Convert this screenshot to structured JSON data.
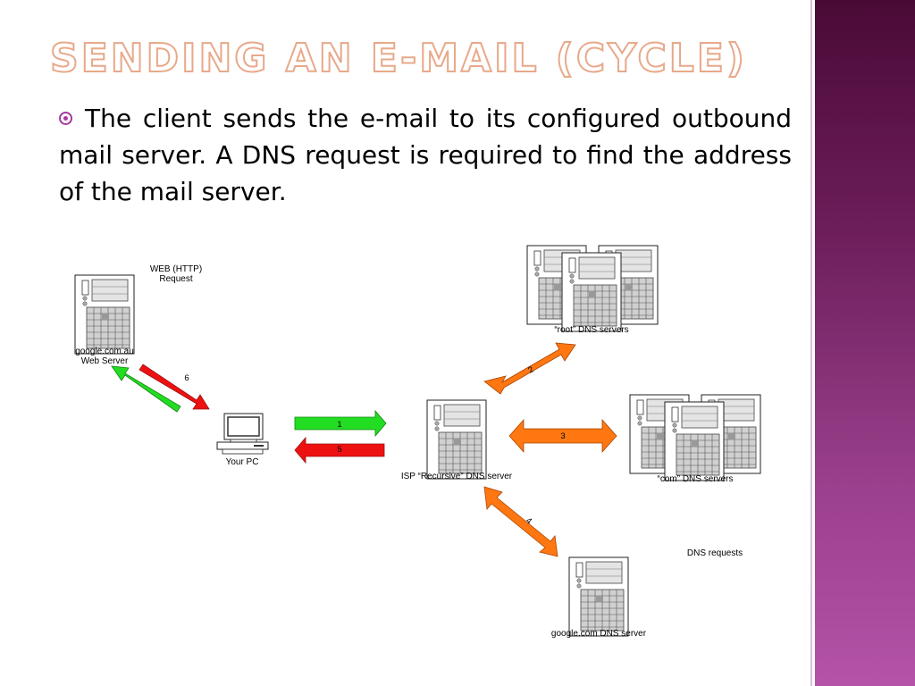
{
  "slide": {
    "title": "Sending an e-mail (cycle)",
    "bullet": "The client sends the e-mail to its configured outbound mail server. A DNS request is required to find the address of the mail server."
  },
  "diagram": {
    "nodes": {
      "web_server": {
        "label_line1": "google.com.au",
        "label_line2": "Web Server",
        "request_line1": "WEB (HTTP)",
        "request_line2": "Request"
      },
      "pc": {
        "label": "Your PC"
      },
      "isp": {
        "label": "ISP “Recursive” DNS server"
      },
      "root": {
        "label": "“root” DNS servers"
      },
      "com": {
        "label": "“com” DNS servers"
      },
      "google_dns": {
        "label": "google.com DNS server"
      }
    },
    "steps": {
      "s1": "1",
      "s2": "2",
      "s3": "3",
      "s4": "4",
      "s5": "5",
      "s6": "6"
    },
    "legend": "DNS requests",
    "colors": {
      "request": "#22dd22",
      "response": "#ee1111",
      "dns_query": "#ff7711",
      "title_outline": "#e8a98a",
      "bullet": "#a63aa0"
    }
  }
}
